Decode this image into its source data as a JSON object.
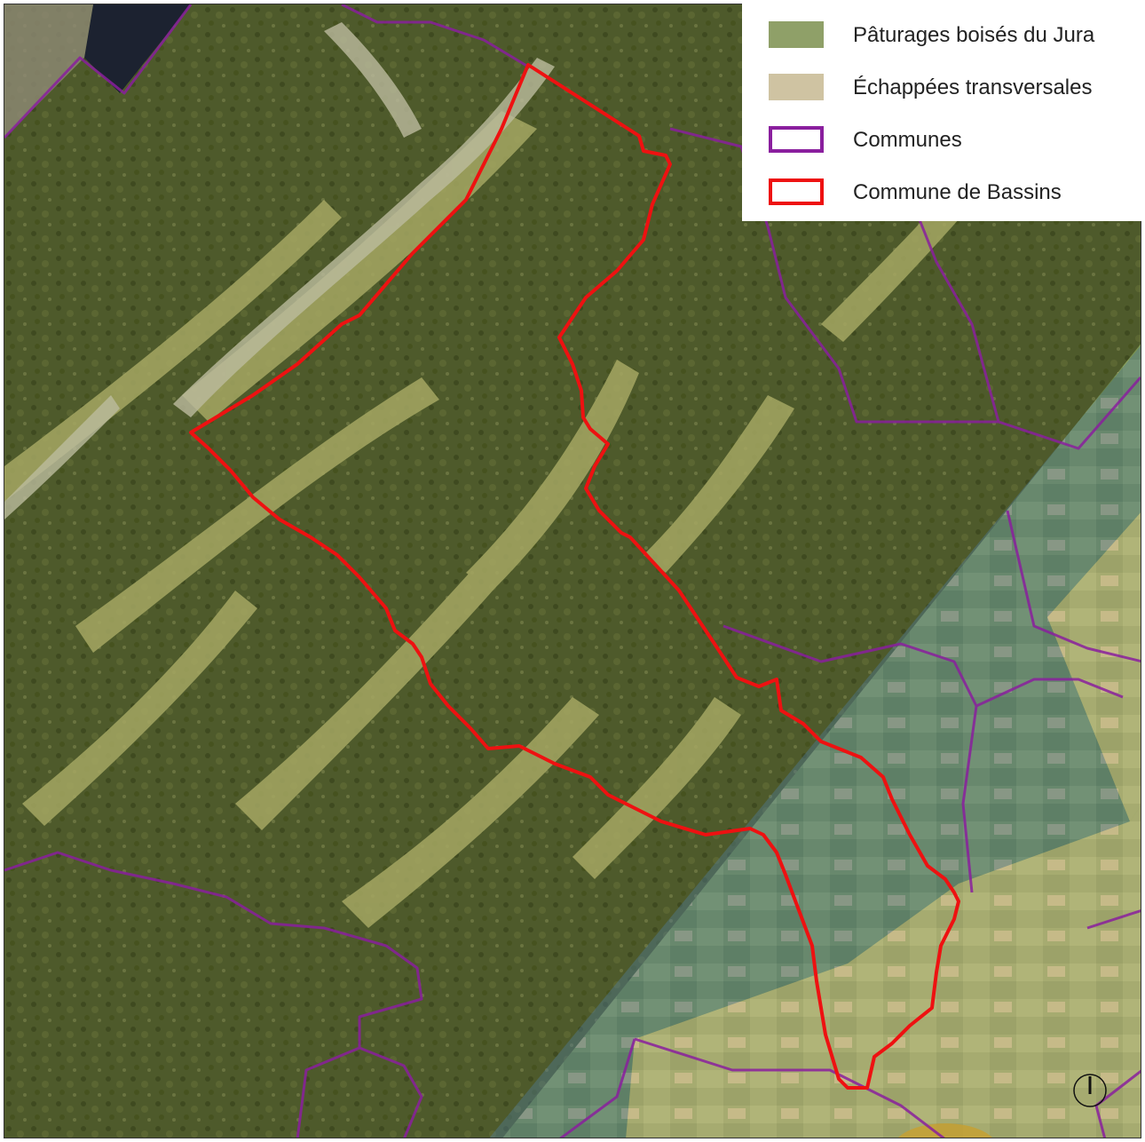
{
  "legend": {
    "items": [
      {
        "label": "Pâturages boisés du Jura",
        "color": "#8fa068",
        "style": "fill"
      },
      {
        "label": "Échappées transversales",
        "color": "#cfc3a2",
        "style": "fill"
      },
      {
        "label": "Communes",
        "color": "#8a1f9e",
        "style": "outline"
      },
      {
        "label": "Commune de Bassins",
        "color": "#ee1111",
        "style": "outline"
      }
    ]
  },
  "map": {
    "base_colors": {
      "forest": "#4f5a2a",
      "pasture": "#a9aa6a",
      "rock": "#b9b8a0",
      "fields": "#6f8a4e"
    },
    "overlay_colors": {
      "blue_band": "#5d7f96",
      "cream_band": "#d8c99c"
    },
    "north_arrow_icon": "north-arrow-icon"
  }
}
